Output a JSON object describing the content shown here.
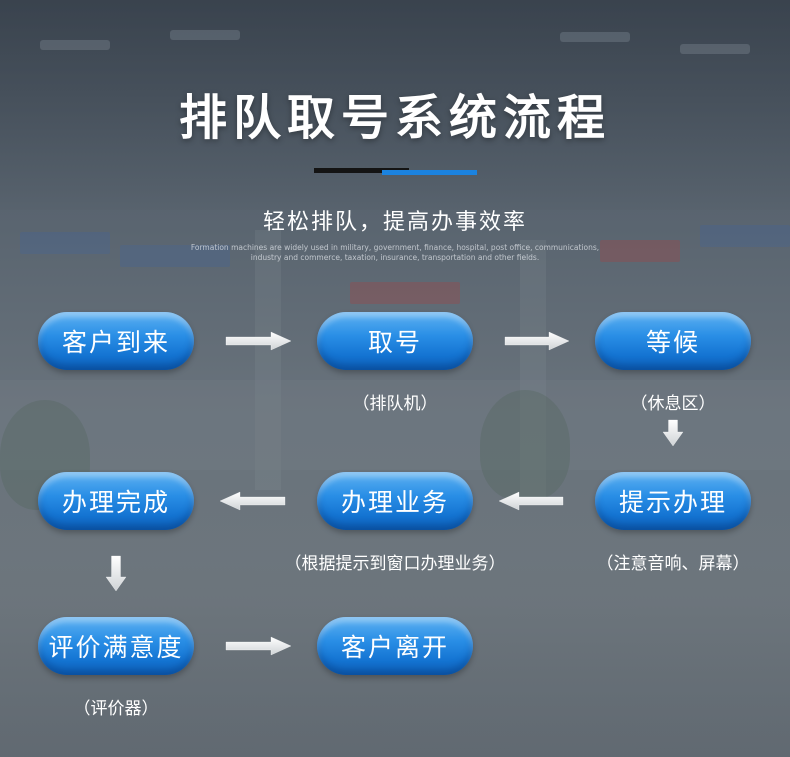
{
  "title": "排队取号系统流程",
  "subtitle": "轻松排队，提高办事效率",
  "caption_lines": [
    "Formation machines are widely used in military, government, finance, hospital, post office, communications,",
    "industry and commerce, taxation, insurance, transportation and other fields."
  ],
  "colors": {
    "pill_top": "#5fb2f2",
    "pill_bottom": "#0e63bd",
    "accent": "#1b83e0",
    "arrow": "#e9eaea"
  },
  "steps": [
    {
      "label": "客户到来",
      "note": ""
    },
    {
      "label": "取号",
      "note": "（排队机）"
    },
    {
      "label": "等候",
      "note": "（休息区）"
    },
    {
      "label": "提示办理",
      "note": "（注意音响、屏幕）"
    },
    {
      "label": "办理业务",
      "note": "（根据提示到窗口办理业务）"
    },
    {
      "label": "办理完成",
      "note": ""
    },
    {
      "label": "评价满意度",
      "note": "（评价器）"
    },
    {
      "label": "客户离开",
      "note": ""
    }
  ],
  "arrows": [
    {
      "from": 0,
      "to": 1,
      "direction": "right"
    },
    {
      "from": 1,
      "to": 2,
      "direction": "right"
    },
    {
      "from": 2,
      "to": 3,
      "direction": "down"
    },
    {
      "from": 3,
      "to": 4,
      "direction": "left"
    },
    {
      "from": 4,
      "to": 5,
      "direction": "left"
    },
    {
      "from": 5,
      "to": 6,
      "direction": "down"
    },
    {
      "from": 6,
      "to": 7,
      "direction": "right"
    }
  ]
}
